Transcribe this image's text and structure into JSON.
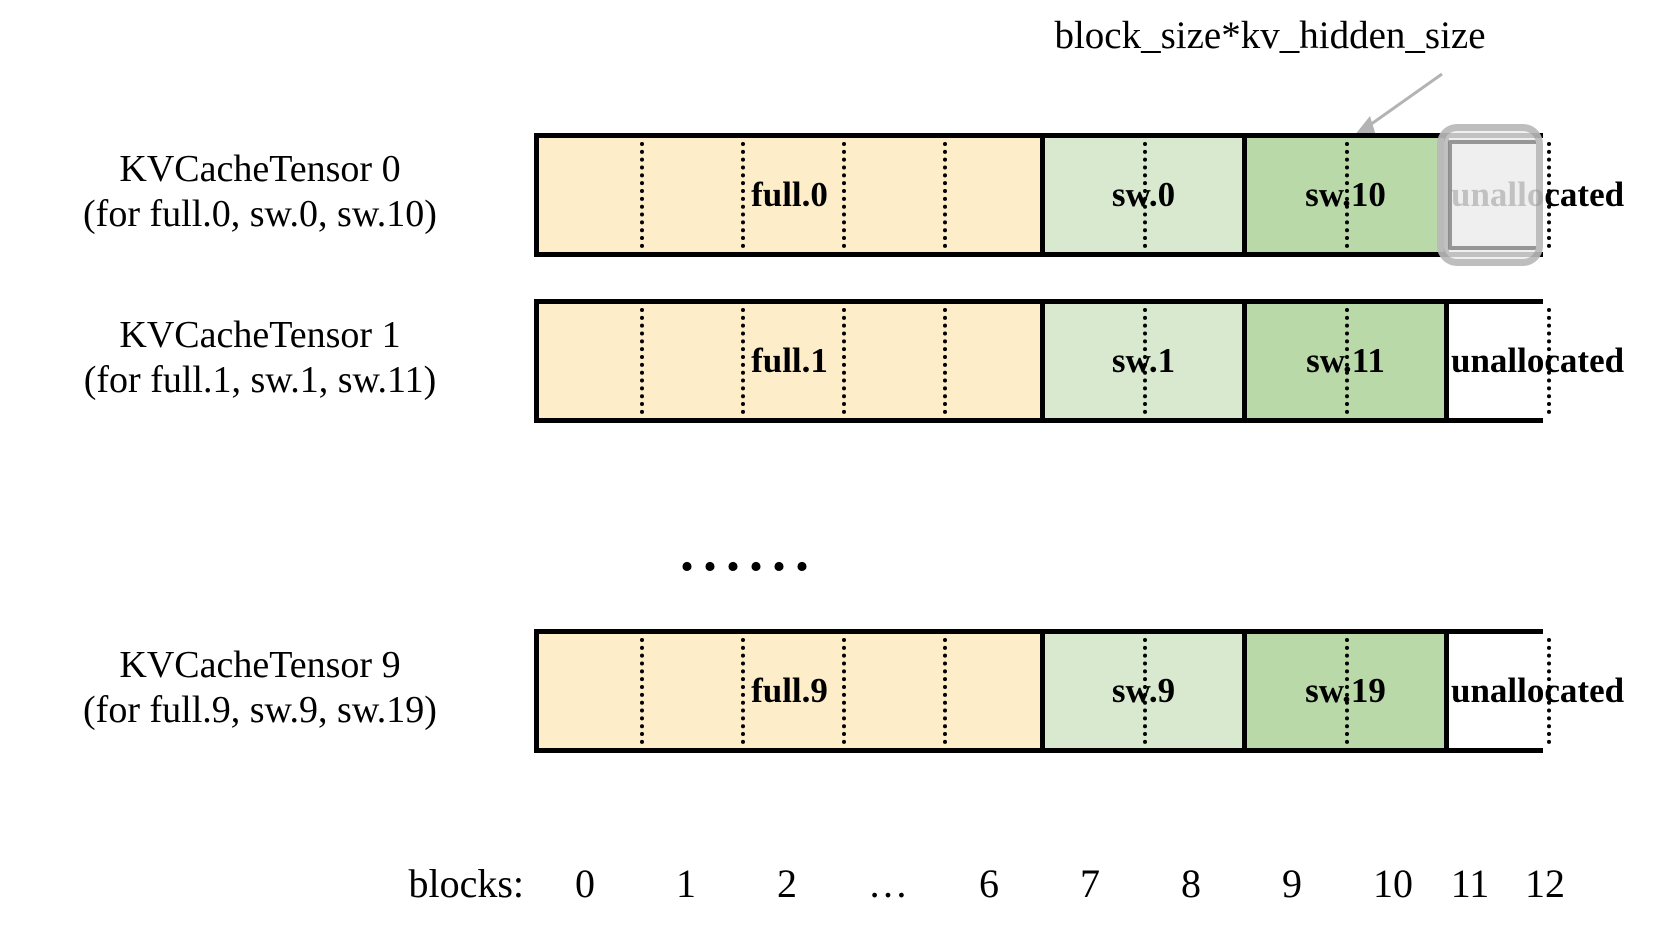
{
  "annotation": {
    "label": "block_size*kv_hidden_size",
    "arrow_color": "#b3b3b3"
  },
  "colors": {
    "full_fill": "#fdedc8",
    "sw_fill": "#d9e9d0",
    "sw_alt_fill": "#b9d9a9",
    "unallocated_fill": "#ffffff",
    "border": "#000000",
    "highlight_border": "#969696",
    "highlight_fill": "#ebebeb"
  },
  "rows": [
    {
      "title": "KVCacheTensor 0",
      "subtitle": "(for full.0, sw.0, sw.10)",
      "segments": [
        {
          "name": "full-segment",
          "label": "full.0"
        },
        {
          "name": "sw-segment",
          "label": "sw.0"
        },
        {
          "name": "sw-alt-segment",
          "label": "sw.10"
        },
        {
          "name": "unallocated-segment",
          "label": "unallocated"
        }
      ],
      "highlighted_block": 11
    },
    {
      "title": "KVCacheTensor 1",
      "subtitle": "(for full.1, sw.1, sw.11)",
      "segments": [
        {
          "name": "full-segment",
          "label": "full.1"
        },
        {
          "name": "sw-segment",
          "label": "sw.1"
        },
        {
          "name": "sw-alt-segment",
          "label": "sw.11"
        },
        {
          "name": "unallocated-segment",
          "label": "unallocated"
        }
      ],
      "highlighted_block": null
    },
    {
      "title": "KVCacheTensor 9",
      "subtitle": "(for full.9, sw.9, sw.19)",
      "segments": [
        {
          "name": "full-segment",
          "label": "full.9"
        },
        {
          "name": "sw-segment",
          "label": "sw.9"
        },
        {
          "name": "sw-alt-segment",
          "label": "sw.19"
        },
        {
          "name": "unallocated-segment",
          "label": "unallocated"
        }
      ],
      "highlighted_block": null
    }
  ],
  "vertical_ellipsis": "......",
  "axis": {
    "caption": "blocks:",
    "ticks": [
      "0",
      "1",
      "2",
      "…",
      "6",
      "7",
      "8",
      "9",
      "10",
      "11",
      "12"
    ]
  }
}
